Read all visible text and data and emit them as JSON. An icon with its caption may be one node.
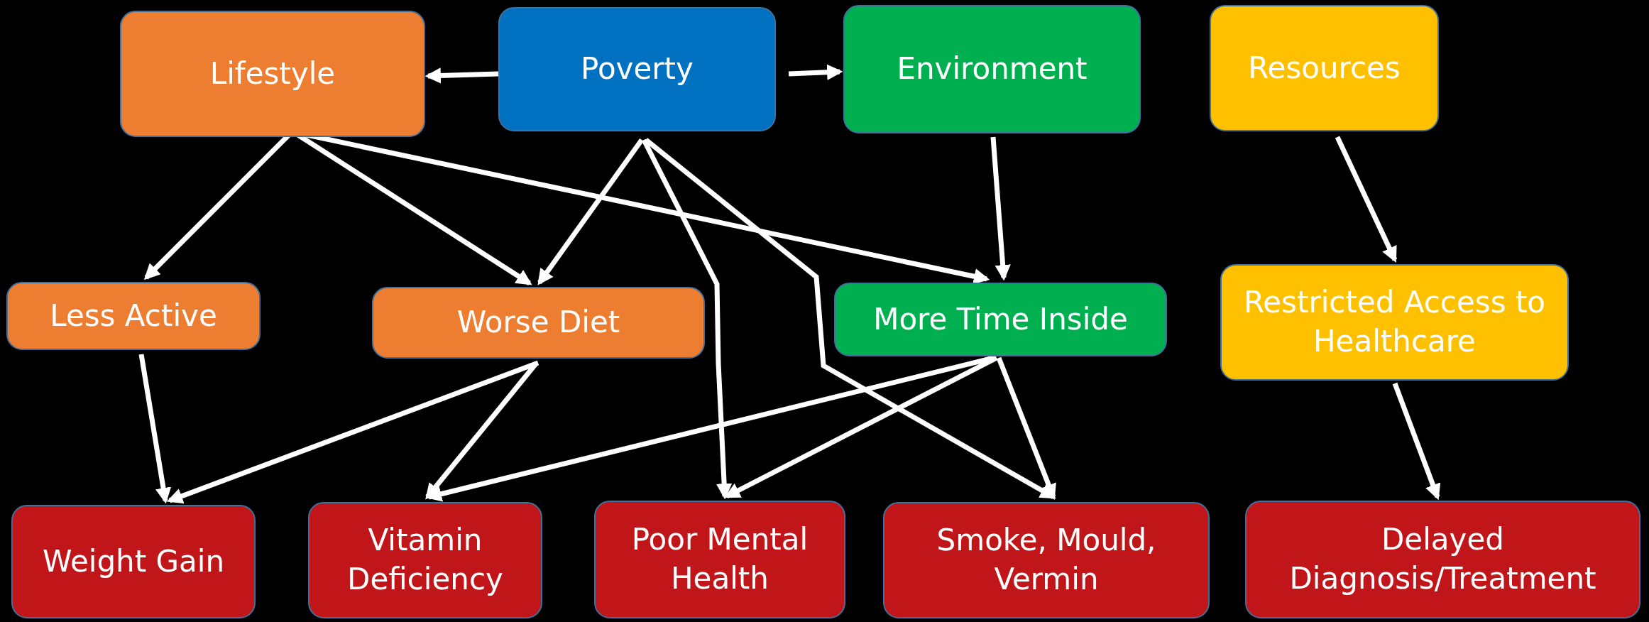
{
  "diagram": {
    "nodes": [
      {
        "text": [
          "Lifestyle"
        ]
      },
      {
        "text": [
          "Poverty"
        ]
      },
      {
        "text": [
          "Environment"
        ]
      },
      {
        "text": [
          "Resources"
        ]
      },
      {
        "text": [
          "Less Active"
        ]
      },
      {
        "text": [
          "Worse Diet"
        ]
      },
      {
        "text": [
          "More Time Inside"
        ]
      },
      {
        "text": [
          "Restricted Access to Healthcare"
        ]
      },
      {
        "text": [
          "Weight Gain"
        ]
      },
      {
        "text": [
          "Vitamin Deficiency"
        ]
      },
      {
        "text": [
          "Poor Mental Health"
        ]
      },
      {
        "text": [
          "Smoke, Mould, Vermin"
        ]
      },
      {
        "text": [
          "Delayed Diagnosis/Treatment"
        ]
      }
    ],
    "edges": [
      {
        "from": 1,
        "to": 0,
        "arrow": "to"
      },
      {
        "from": 1,
        "to": 2,
        "arrow": "to"
      },
      {
        "from": 0,
        "to": 4,
        "arrow": "to"
      },
      {
        "from": 0,
        "to": 5,
        "arrow": "to"
      },
      {
        "from": 0,
        "to": 6,
        "arrow": "to"
      },
      {
        "from": 1,
        "to": 5,
        "arrow": "to"
      },
      {
        "from": 1,
        "to": 10,
        "arrow": "to"
      },
      {
        "from": 1,
        "to": 11,
        "arrow": "to"
      },
      {
        "from": 2,
        "to": 6,
        "arrow": "to"
      },
      {
        "from": 3,
        "to": 7,
        "arrow": "to"
      },
      {
        "from": 4,
        "to": 8,
        "arrow": "to"
      },
      {
        "from": 5,
        "to": 8,
        "arrow": "to"
      },
      {
        "from": 5,
        "to": 9,
        "arrow": "to"
      },
      {
        "from": 6,
        "to": 9,
        "arrow": "to"
      },
      {
        "from": 6,
        "to": 10,
        "arrow": "to"
      },
      {
        "from": 6,
        "to": 11,
        "arrow": "to"
      },
      {
        "from": 7,
        "to": 12,
        "arrow": "to"
      }
    ]
  }
}
